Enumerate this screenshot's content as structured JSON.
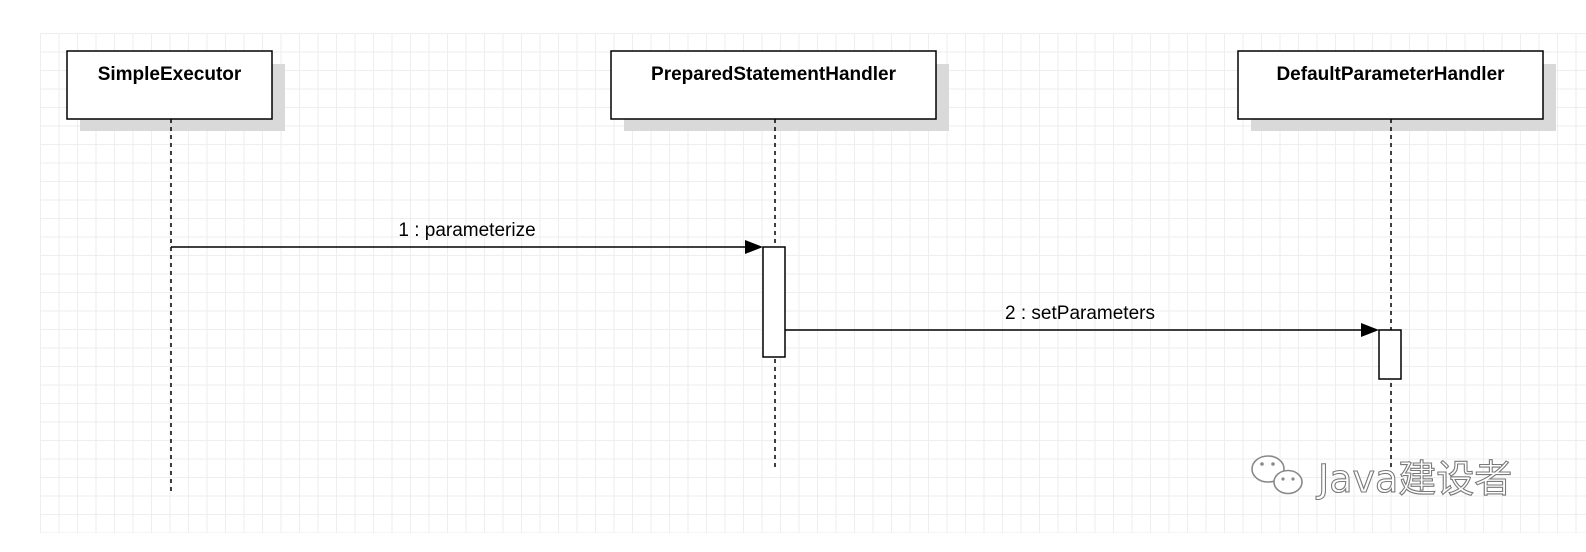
{
  "diagram": {
    "type": "sequence",
    "lifelines": [
      {
        "id": "simple-executor",
        "label": "SimpleExecutor"
      },
      {
        "id": "prepared-statement-handler",
        "label": "PreparedStatementHandler"
      },
      {
        "id": "default-parameter-handler",
        "label": "DefaultParameterHandler"
      }
    ],
    "messages": [
      {
        "from": "simple-executor",
        "to": "prepared-statement-handler",
        "label": "1 : parameterize"
      },
      {
        "from": "prepared-statement-handler",
        "to": "default-parameter-handler",
        "label": "2 : setParameters"
      }
    ],
    "colors": {
      "line": "#000000",
      "shadow": "#d9d9d9",
      "grid": "#eeeeee"
    }
  },
  "watermark": {
    "icon": "wechat-icon",
    "text": "Java建设者"
  }
}
